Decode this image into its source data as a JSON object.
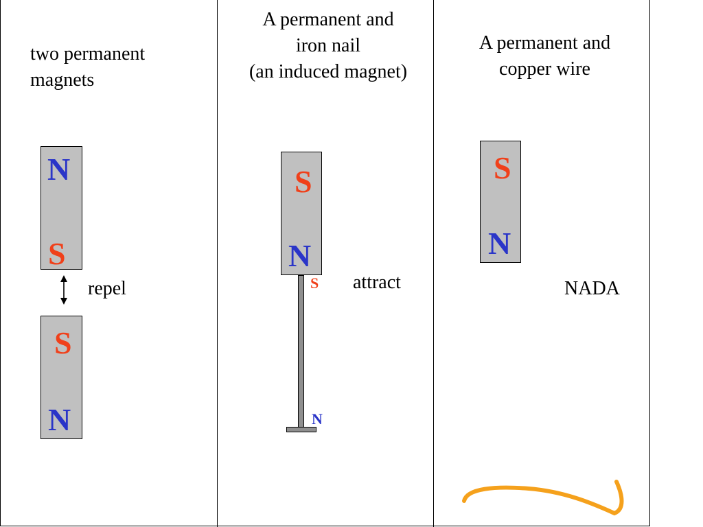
{
  "colors": {
    "north": "#2a35c8",
    "south": "#f0401a",
    "magnet_fill": "#c0c0c0",
    "nail_fill": "#8f8f8f",
    "wire": "#f5a11c"
  },
  "panel1": {
    "caption_line1": "two permanent",
    "caption_line2": "magnets",
    "magnet_top": {
      "top_pole": "N",
      "bottom_pole": "S"
    },
    "magnet_bottom": {
      "top_pole": "S",
      "bottom_pole": "N"
    },
    "interaction": "repel"
  },
  "panel2": {
    "caption_line1": "A permanent and",
    "caption_line2": "iron nail",
    "caption_line3": "(an induced magnet)",
    "magnet": {
      "top_pole": "S",
      "bottom_pole": "N"
    },
    "nail": {
      "top_pole": "S",
      "bottom_pole": "N"
    },
    "interaction": "attract"
  },
  "panel3": {
    "caption_line1": "A permanent and",
    "caption_line2": "copper wire",
    "magnet": {
      "top_pole": "S",
      "bottom_pole": "N"
    },
    "interaction": "NADA"
  }
}
